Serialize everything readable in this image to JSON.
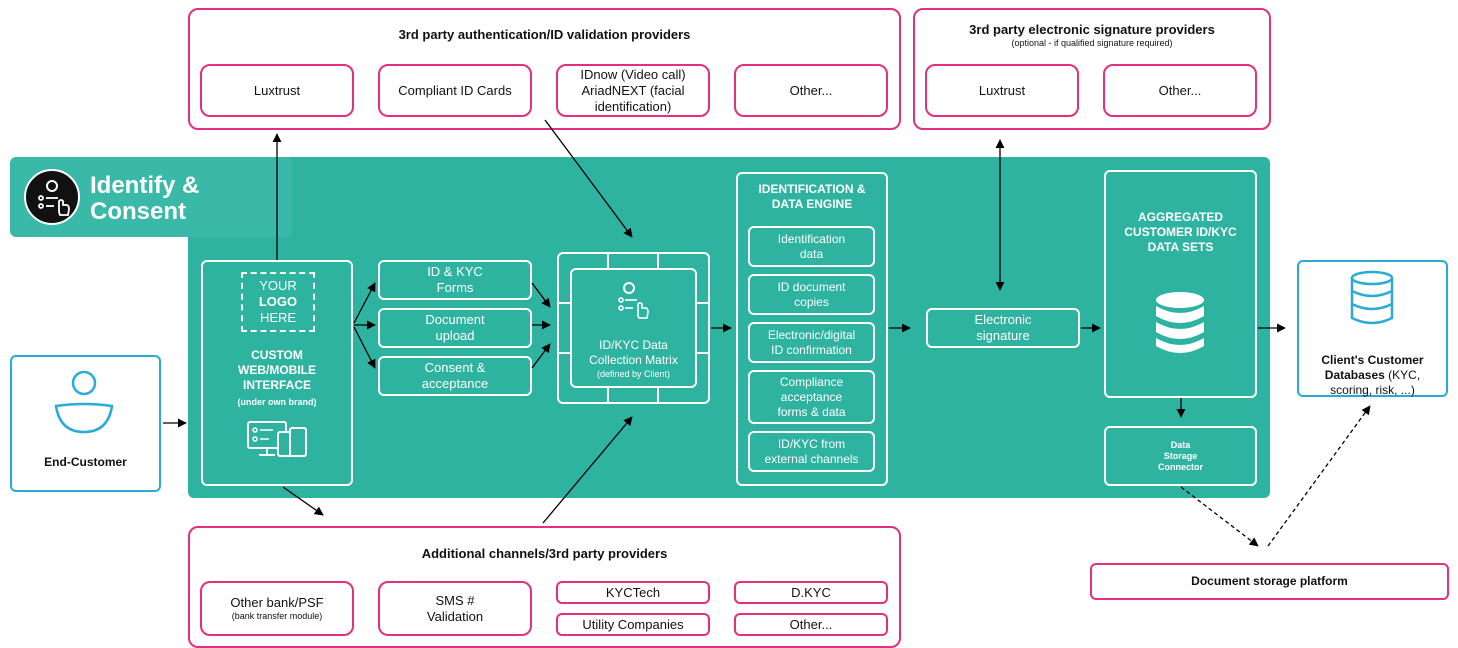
{
  "auth_providers": {
    "title": "3rd party authentication/ID validation providers",
    "items": [
      "Luxtrust",
      "Compliant ID Cards",
      "IDnow (Video call)\nAriadNEXT (facial identification)",
      "Other..."
    ]
  },
  "esign_providers": {
    "title": "3rd party electronic signature providers",
    "subtitle": "(optional - if qualified signature required)",
    "items": [
      "Luxtrust",
      "Other..."
    ]
  },
  "banner": {
    "title_line1": "Identify &",
    "title_line2": "Consent"
  },
  "interface": {
    "logo_lines": [
      "YOUR",
      "LOGO",
      "HERE"
    ],
    "title": "CUSTOM\nWEB/MOBILE\nINTERFACE",
    "subtitle": "(under own brand)"
  },
  "forms": [
    "ID & KYC\nForms",
    "Document\nupload",
    "Consent &\nacceptance"
  ],
  "matrix": {
    "title": "ID/KYC Data\nCollection Matrix",
    "subtitle": "(defined by Client)"
  },
  "engine": {
    "title": "IDENTIFICATION &\nDATA ENGINE",
    "items": [
      "Identification\ndata",
      "ID document\ncopies",
      "Electronic/digital\nID confirmation",
      "Compliance\nacceptance\nforms & data",
      "ID/KYC from\nexternal channels"
    ]
  },
  "esign_box": "Electronic\nsignature",
  "aggregated": {
    "title": "AGGREGATED\nCUSTOMER ID/KYC\nDATA SETS"
  },
  "connector": "Data\nStorage\nConnector",
  "client_db": {
    "title": "Client's Customer\nDatabases",
    "suffix": " (KYC,\nscoring, risk, ...)"
  },
  "end_customer": "End-Customer",
  "additional": {
    "title": "Additional channels/3rd party providers",
    "other_bank": "Other bank/PSF",
    "other_bank_sub": "(bank transfer module)",
    "sms": "SMS #\nValidation",
    "kyctech": "KYCTech",
    "utility": "Utility Companies",
    "dkyc": "D.KYC",
    "other": "Other..."
  },
  "doc_storage": "Document storage platform",
  "colors": {
    "pink": "#e0307f",
    "teal": "#2fb3a1",
    "blue": "#29abd6"
  }
}
